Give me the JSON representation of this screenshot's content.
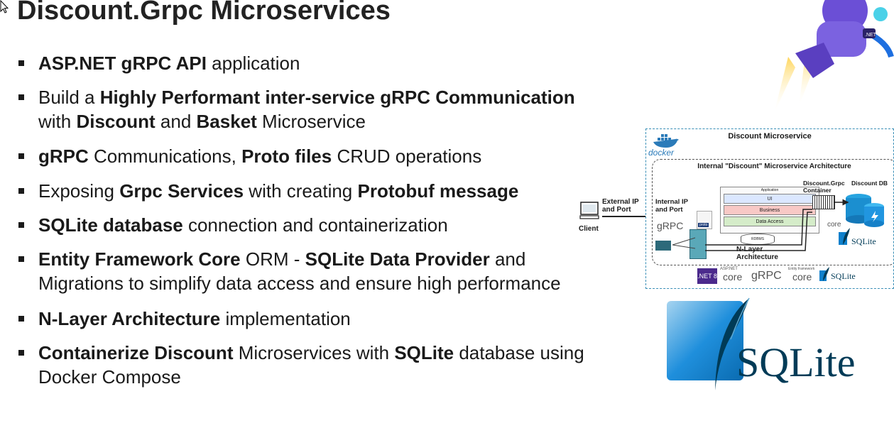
{
  "slide": {
    "title": "Discount.Grpc Microservices"
  },
  "bullets": [
    {
      "lines": [
        [
          {
            "b": true,
            "t": "ASP.NET gRPC API"
          },
          {
            "b": false,
            "t": " application"
          }
        ]
      ]
    },
    {
      "lines": [
        [
          {
            "b": false,
            "t": "Build a "
          },
          {
            "b": true,
            "t": "Highly Performant inter-service gRPC Communication"
          }
        ],
        [
          {
            "b": false,
            "t": "with "
          },
          {
            "b": true,
            "t": "Discount"
          },
          {
            "b": false,
            "t": " and "
          },
          {
            "b": true,
            "t": "Basket"
          },
          {
            "b": false,
            "t": " Microservice"
          }
        ]
      ]
    },
    {
      "lines": [
        [
          {
            "b": true,
            "t": "gRPC"
          },
          {
            "b": false,
            "t": " Communications, "
          },
          {
            "b": true,
            "t": "Proto files"
          },
          {
            "b": false,
            "t": " CRUD operations"
          }
        ]
      ]
    },
    {
      "lines": [
        [
          {
            "b": false,
            "t": "Exposing "
          },
          {
            "b": true,
            "t": "Grpc Services"
          },
          {
            "b": false,
            "t": " with creating "
          },
          {
            "b": true,
            "t": "Protobuf message"
          }
        ]
      ]
    },
    {
      "lines": [
        [
          {
            "b": true,
            "t": "SQLite database"
          },
          {
            "b": false,
            "t": " connection and containerization"
          }
        ]
      ]
    },
    {
      "lines": [
        [
          {
            "b": true,
            "t": "Entity Framework Core"
          },
          {
            "b": false,
            "t": " ORM - "
          },
          {
            "b": true,
            "t": "SQLite Data Provider"
          },
          {
            "b": false,
            "t": " and"
          }
        ],
        [
          {
            "b": false,
            "t": "Migrations to simplify data access and ensure high performance"
          }
        ]
      ]
    },
    {
      "lines": [
        [
          {
            "b": true,
            "t": "N-Layer Architecture"
          },
          {
            "b": false,
            "t": " implementation"
          }
        ]
      ]
    },
    {
      "lines": [
        [
          {
            "b": true,
            "t": "Containerize Discount"
          },
          {
            "b": false,
            "t": " Microservices with "
          },
          {
            "b": true,
            "t": "SQLite"
          },
          {
            "b": false,
            "t": " database using"
          }
        ],
        [
          {
            "b": false,
            "t": "Docker Compose"
          }
        ]
      ]
    }
  ],
  "diagram": {
    "title": "Discount Microservice",
    "docker_label": "docker",
    "inner_title": "Internal \"Discount\" Microservice Architecture",
    "external_ip": "External IP",
    "and_port": "and Port",
    "client": "Client",
    "internal_ip": "Internal IP",
    "internal_port": "and Port",
    "grpc": "gRPC",
    "proto": "proto",
    "layer_app": "Application",
    "layer_ui": "UI",
    "layer_business": "Business",
    "layer_data": "Data Access",
    "rdbms": "RDBMS",
    "nlayer": "N-Layer",
    "nlayer2": "Architecture",
    "container1": "Discount.Grpc",
    "container2": "Container",
    "discount_db": "Discount DB",
    "sqlite_small": "SQLite",
    "net8": ".NET 8",
    "aspnet": "ASP.NET",
    "core1": "core",
    "grpc_logo": "gRPC",
    "ef": "Entity framework",
    "core2": "core",
    "sqlite_logo": "SQLite"
  },
  "logos": {
    "sqlite_big": "SQLite"
  },
  "colors": {
    "diagram_border": "#3a8fb7",
    "sqlite_blue": "#0f80cc",
    "sqlite_text": "#003b57",
    "layer_ui": "#dbe7ff",
    "layer_business": "#f8c9c6",
    "layer_data": "#d5ecc9"
  }
}
